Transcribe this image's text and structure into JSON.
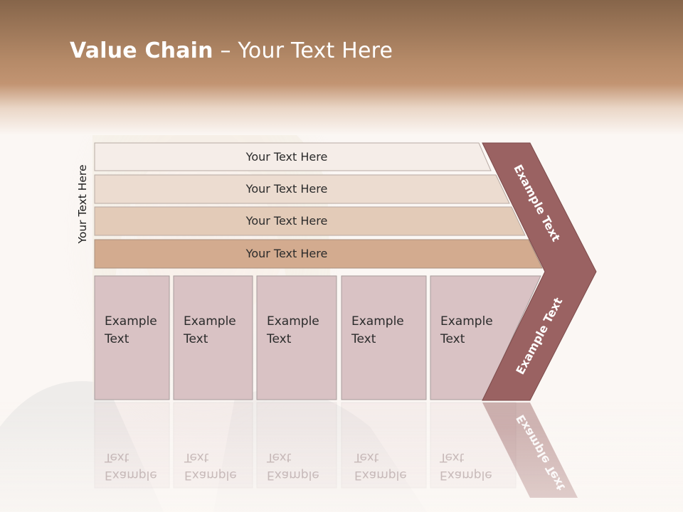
{
  "slide": {
    "title_bold": "Value Chain",
    "title_rest": " – Your Text Here",
    "side_label": "Your Text Here"
  },
  "bars": [
    {
      "label": "Your Text Here",
      "color": "#f5ede8"
    },
    {
      "label": "Your Text Here",
      "color": "#ecdcd0"
    },
    {
      "label": "Your Text Here",
      "color": "#e3cbb8"
    },
    {
      "label": "Your Text Here",
      "color": "#d3ab8f"
    }
  ],
  "columns": [
    {
      "text": "Example\nText"
    },
    {
      "text": "Example\nText"
    },
    {
      "text": "Example\nText"
    },
    {
      "text": "Example\nText"
    },
    {
      "text": "Example\nText"
    }
  ],
  "chevron": {
    "upper_text": "Example Text",
    "lower_text": "Example Text",
    "color": "#9a6262"
  },
  "colors": {
    "header_top": "#8a6647",
    "header_mid": "#bd906e",
    "column_fill": "#d9c2c4",
    "column_border": "#a89c9c"
  },
  "background_photo": "blonde-woman-portrait-faded"
}
